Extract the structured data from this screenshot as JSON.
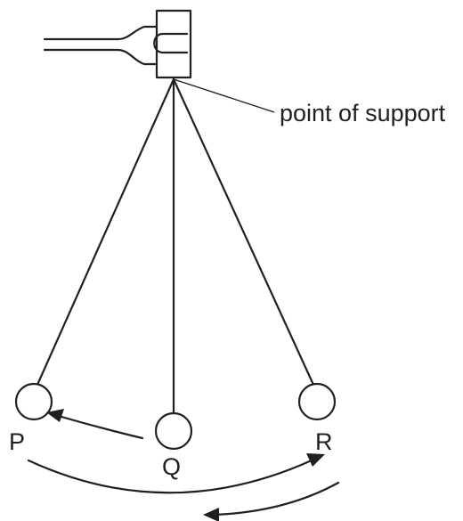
{
  "labels": {
    "point_of_support": "point of support",
    "bob_p": "P",
    "bob_q": "Q",
    "bob_r": "R"
  }
}
